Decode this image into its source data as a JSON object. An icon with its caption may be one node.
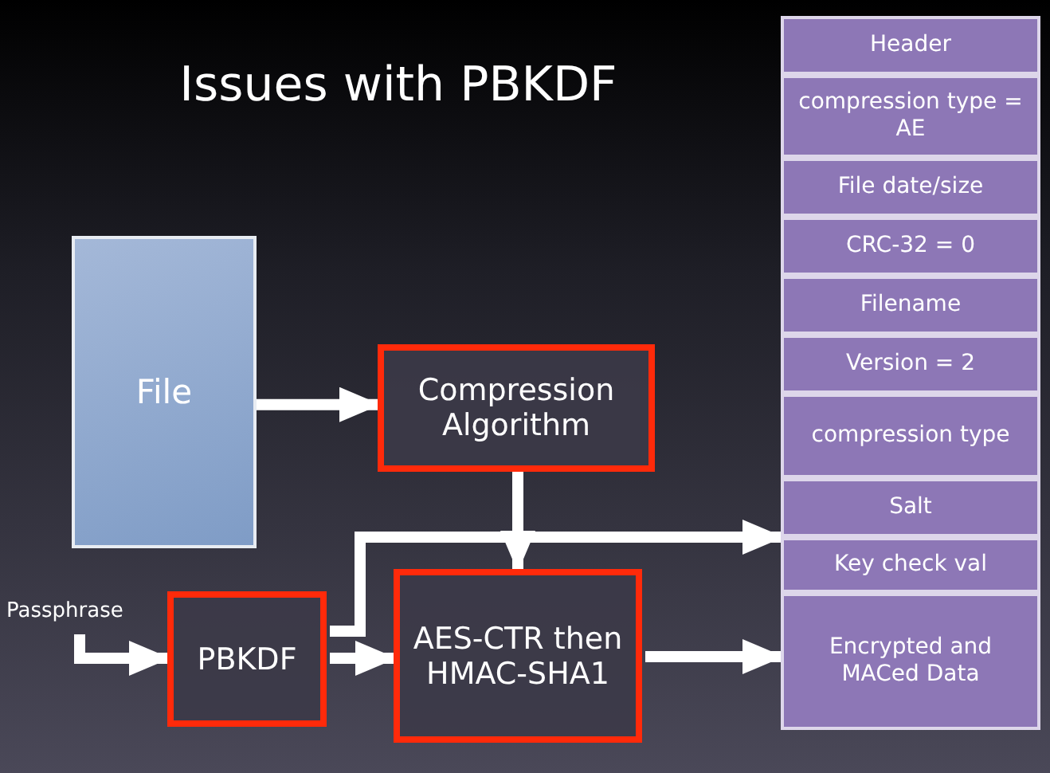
{
  "diagram": {
    "title": "Issues with PBKDF",
    "nodes": [
      {
        "text": [
          "File"
        ]
      },
      {
        "text": [
          "Compression Algorithm"
        ]
      },
      {
        "text": [
          "Passphrase"
        ]
      },
      {
        "text": [
          "PBKDF"
        ]
      },
      {
        "text": [
          "AES-CTR then HMAC-SHA1"
        ]
      },
      {
        "text": [
          "Header"
        ]
      },
      {
        "text": [
          "compression type = AE"
        ]
      },
      {
        "text": [
          "File date/size"
        ]
      },
      {
        "text": [
          "CRC-32 = 0"
        ]
      },
      {
        "text": [
          "Filename"
        ]
      },
      {
        "text": [
          "Version = 2"
        ]
      },
      {
        "text": [
          "compression type"
        ]
      },
      {
        "text": [
          "Salt"
        ]
      },
      {
        "text": [
          "Key check val"
        ]
      },
      {
        "text": [
          "Encrypted and MACed Data"
        ]
      }
    ],
    "edges": [
      {
        "from": 0,
        "to": 1,
        "arrow": "to"
      },
      {
        "from": 1,
        "to": 4,
        "arrow": "to"
      },
      {
        "from": 2,
        "to": 3,
        "arrow": "to"
      },
      {
        "from": 3,
        "to": 13,
        "arrow": "to"
      },
      {
        "from": 3,
        "to": 4,
        "arrow": "to"
      },
      {
        "from": 4,
        "to": 14,
        "arrow": "to"
      }
    ]
  }
}
